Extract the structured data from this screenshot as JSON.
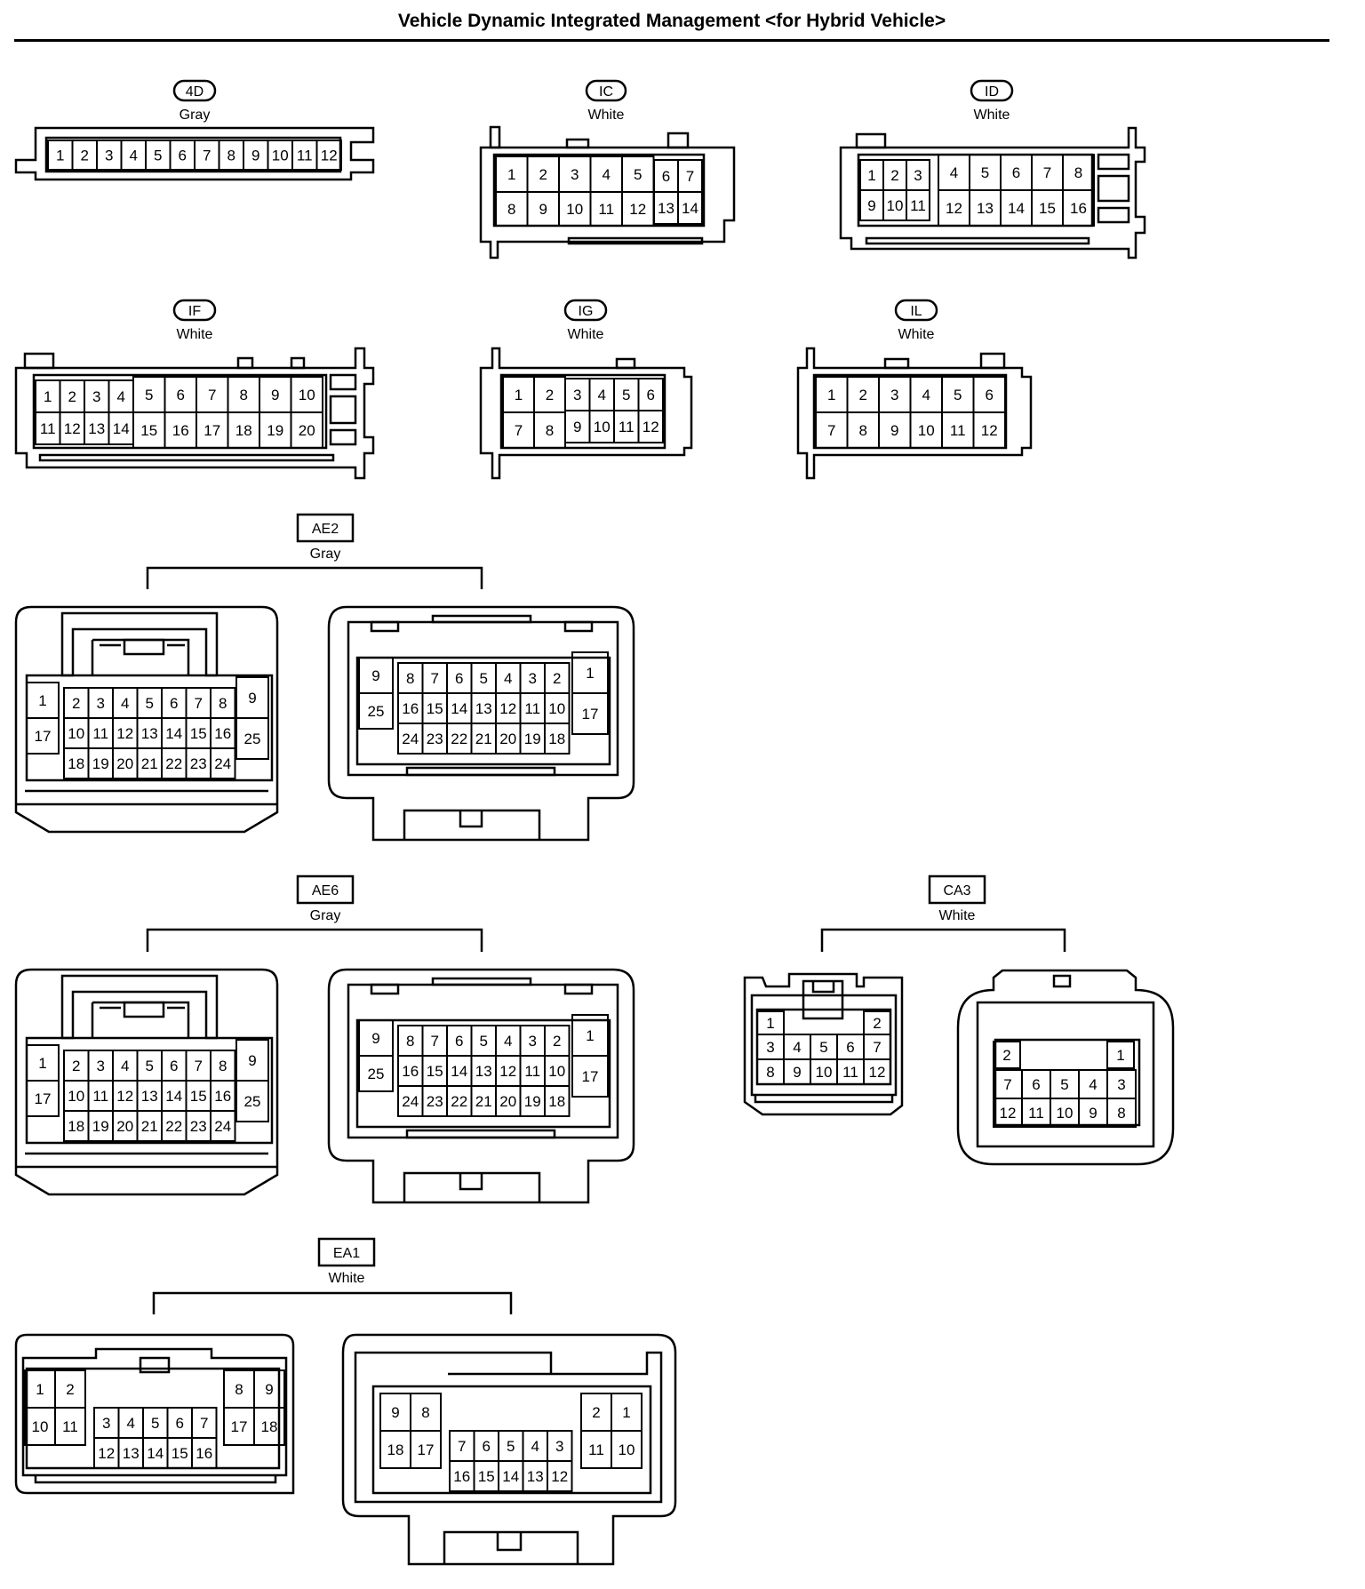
{
  "page_title": "Vehicle Dynamic Integrated Management <for Hybrid Vehicle>",
  "connectors": {
    "c4D": {
      "code": "4D",
      "color": "Gray",
      "cells": [
        {
          "t": "1"
        },
        {
          "t": "2"
        },
        {
          "t": "3"
        },
        {
          "t": "4"
        },
        {
          "t": "5"
        },
        {
          "t": "6"
        },
        {
          "t": "7"
        },
        {
          "t": "8"
        },
        {
          "t": "9"
        },
        {
          "t": "10"
        },
        {
          "t": "11"
        },
        {
          "t": "12"
        }
      ]
    },
    "cIC": {
      "code": "IC",
      "color": "White",
      "cells": [
        {
          "t": "1"
        },
        {
          "t": "2"
        },
        {
          "t": "3"
        },
        {
          "t": "4"
        },
        {
          "t": "5"
        },
        {
          "t": "6"
        },
        {
          "t": "7"
        },
        {
          "t": "8"
        },
        {
          "t": "9"
        },
        {
          "t": "10"
        },
        {
          "t": "11"
        },
        {
          "t": "12"
        },
        {
          "t": "13"
        },
        {
          "t": "14"
        }
      ]
    },
    "cID": {
      "code": "ID",
      "color": "White",
      "cells": [
        {
          "t": "1"
        },
        {
          "t": "2"
        },
        {
          "t": "3"
        },
        {
          "t": "4"
        },
        {
          "t": "5"
        },
        {
          "t": "6"
        },
        {
          "t": "7"
        },
        {
          "t": "8"
        },
        {
          "t": "9"
        },
        {
          "t": "10"
        },
        {
          "t": "11"
        },
        {
          "t": "12"
        },
        {
          "t": "13"
        },
        {
          "t": "14"
        },
        {
          "t": "15"
        },
        {
          "t": "16"
        }
      ]
    },
    "cIF": {
      "code": "IF",
      "color": "White",
      "cells": [
        {
          "t": "1"
        },
        {
          "t": "2"
        },
        {
          "t": "3"
        },
        {
          "t": "4"
        },
        {
          "t": "5"
        },
        {
          "t": "6"
        },
        {
          "t": "7"
        },
        {
          "t": "8"
        },
        {
          "t": "9"
        },
        {
          "t": "10"
        },
        {
          "t": "11"
        },
        {
          "t": "12"
        },
        {
          "t": "13"
        },
        {
          "t": "14"
        },
        {
          "t": "15"
        },
        {
          "t": "16"
        },
        {
          "t": "17"
        },
        {
          "t": "18"
        },
        {
          "t": "19"
        },
        {
          "t": "20"
        }
      ]
    },
    "cIG": {
      "code": "IG",
      "color": "White",
      "cells": [
        {
          "t": "1"
        },
        {
          "t": "2"
        },
        {
          "t": "3"
        },
        {
          "t": "4"
        },
        {
          "t": "5"
        },
        {
          "t": "6"
        },
        {
          "t": "7"
        },
        {
          "t": "8"
        },
        {
          "t": "9"
        },
        {
          "t": "10"
        },
        {
          "t": "11"
        },
        {
          "t": "12"
        }
      ]
    },
    "cIL": {
      "code": "IL",
      "color": "White",
      "cells": [
        {
          "t": "1"
        },
        {
          "t": "2"
        },
        {
          "t": "3"
        },
        {
          "t": "4"
        },
        {
          "t": "5"
        },
        {
          "t": "6"
        },
        {
          "t": "7"
        },
        {
          "t": "8"
        },
        {
          "t": "9"
        },
        {
          "t": "10"
        },
        {
          "t": "11"
        },
        {
          "t": "12"
        }
      ]
    },
    "cAE2": {
      "code": "AE2",
      "color": "Gray",
      "left": [
        {
          "t": "1"
        },
        {
          "t": "17"
        },
        {
          "t": "2"
        },
        {
          "t": "3"
        },
        {
          "t": "4"
        },
        {
          "t": "5"
        },
        {
          "t": "6"
        },
        {
          "t": "7"
        },
        {
          "t": "8"
        },
        {
          "t": "10"
        },
        {
          "t": "11"
        },
        {
          "t": "12"
        },
        {
          "t": "13"
        },
        {
          "t": "14"
        },
        {
          "t": "15"
        },
        {
          "t": "16"
        },
        {
          "t": "18"
        },
        {
          "t": "19"
        },
        {
          "t": "20"
        },
        {
          "t": "21"
        },
        {
          "t": "22"
        },
        {
          "t": "23"
        },
        {
          "t": "24"
        },
        {
          "t": "9"
        },
        {
          "t": "25"
        }
      ],
      "right": [
        {
          "t": "9"
        },
        {
          "t": "25"
        },
        {
          "t": "8"
        },
        {
          "t": "7"
        },
        {
          "t": "6"
        },
        {
          "t": "5"
        },
        {
          "t": "4"
        },
        {
          "t": "3"
        },
        {
          "t": "2"
        },
        {
          "t": "16"
        },
        {
          "t": "15"
        },
        {
          "t": "14"
        },
        {
          "t": "13"
        },
        {
          "t": "12"
        },
        {
          "t": "11"
        },
        {
          "t": "10"
        },
        {
          "t": "24"
        },
        {
          "t": "23"
        },
        {
          "t": "22"
        },
        {
          "t": "21"
        },
        {
          "t": "20"
        },
        {
          "t": "19"
        },
        {
          "t": "18"
        },
        {
          "t": "1"
        },
        {
          "t": "17"
        }
      ]
    },
    "cAE6": {
      "code": "AE6",
      "color": "Gray",
      "left": [
        {
          "t": "1"
        },
        {
          "t": "17"
        },
        {
          "t": "2"
        },
        {
          "t": "3"
        },
        {
          "t": "4"
        },
        {
          "t": "5"
        },
        {
          "t": "6"
        },
        {
          "t": "7"
        },
        {
          "t": "8"
        },
        {
          "t": "10"
        },
        {
          "t": "11"
        },
        {
          "t": "12"
        },
        {
          "t": "13"
        },
        {
          "t": "14"
        },
        {
          "t": "15"
        },
        {
          "t": "16"
        },
        {
          "t": "18"
        },
        {
          "t": "19"
        },
        {
          "t": "20"
        },
        {
          "t": "21"
        },
        {
          "t": "22"
        },
        {
          "t": "23"
        },
        {
          "t": "24"
        },
        {
          "t": "9"
        },
        {
          "t": "25"
        }
      ],
      "right": [
        {
          "t": "9"
        },
        {
          "t": "25"
        },
        {
          "t": "8"
        },
        {
          "t": "7"
        },
        {
          "t": "6"
        },
        {
          "t": "5"
        },
        {
          "t": "4"
        },
        {
          "t": "3"
        },
        {
          "t": "2"
        },
        {
          "t": "16"
        },
        {
          "t": "15"
        },
        {
          "t": "14"
        },
        {
          "t": "13"
        },
        {
          "t": "12"
        },
        {
          "t": "11"
        },
        {
          "t": "10"
        },
        {
          "t": "24"
        },
        {
          "t": "23"
        },
        {
          "t": "22"
        },
        {
          "t": "21"
        },
        {
          "t": "20"
        },
        {
          "t": "19"
        },
        {
          "t": "18"
        },
        {
          "t": "1"
        },
        {
          "t": "17"
        }
      ]
    },
    "cCA3": {
      "code": "CA3",
      "color": "White",
      "left": [
        {
          "t": "1"
        },
        {
          "t": "2"
        },
        {
          "t": "3"
        },
        {
          "t": "4"
        },
        {
          "t": "5"
        },
        {
          "t": "6"
        },
        {
          "t": "7"
        },
        {
          "t": "8"
        },
        {
          "t": "9"
        },
        {
          "t": "10"
        },
        {
          "t": "11"
        },
        {
          "t": "12"
        }
      ],
      "right": [
        {
          "t": "2"
        },
        {
          "t": "1"
        },
        {
          "t": "7"
        },
        {
          "t": "6"
        },
        {
          "t": "5"
        },
        {
          "t": "4"
        },
        {
          "t": "3"
        },
        {
          "t": "12"
        },
        {
          "t": "11"
        },
        {
          "t": "10"
        },
        {
          "t": "9"
        },
        {
          "t": "8"
        }
      ]
    },
    "cEA1": {
      "code": "EA1",
      "color": "White",
      "left": [
        {
          "t": "1"
        },
        {
          "t": "2"
        },
        {
          "t": "10"
        },
        {
          "t": "11"
        },
        {
          "t": "3"
        },
        {
          "t": "4"
        },
        {
          "t": "5"
        },
        {
          "t": "6"
        },
        {
          "t": "7"
        },
        {
          "t": "12"
        },
        {
          "t": "13"
        },
        {
          "t": "14"
        },
        {
          "t": "15"
        },
        {
          "t": "16"
        },
        {
          "t": "8"
        },
        {
          "t": "9"
        },
        {
          "t": "17"
        },
        {
          "t": "18"
        }
      ],
      "right": [
        {
          "t": "9"
        },
        {
          "t": "8"
        },
        {
          "t": "18"
        },
        {
          "t": "17"
        },
        {
          "t": "7"
        },
        {
          "t": "6"
        },
        {
          "t": "5"
        },
        {
          "t": "4"
        },
        {
          "t": "3"
        },
        {
          "t": "16"
        },
        {
          "t": "15"
        },
        {
          "t": "14"
        },
        {
          "t": "13"
        },
        {
          "t": "12"
        },
        {
          "t": "2"
        },
        {
          "t": "1"
        },
        {
          "t": "11"
        },
        {
          "t": "10"
        }
      ]
    }
  }
}
